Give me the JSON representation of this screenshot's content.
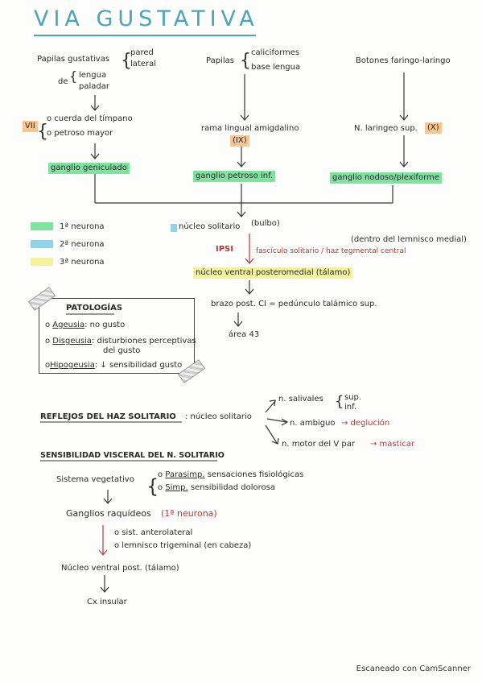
{
  "title": "VIA GUSTATIVA",
  "col1": {
    "papilas": "Papilas gustativas",
    "pared": "pared",
    "lateral": "lateral",
    "de": "de",
    "lengua": "lengua",
    "paladar": "paladar",
    "vii": "VII",
    "cuerda": "o cuerda del tímpano",
    "petroso": "o petroso mayor",
    "ganglio": "ganglio geniculado"
  },
  "col2": {
    "papilas": "Papilas",
    "caliciformes": "caliciformes",
    "base": "base lengua",
    "rama": "rama lingual amigdalino",
    "ix": "(IX)",
    "ganglio": "ganglio petroso inf."
  },
  "col3": {
    "botones": "Botones faringo-laringo",
    "nervio": "N. laringeo sup.",
    "x": "(X)",
    "ganglio": "ganglio nodoso/plexiforme"
  },
  "legend": {
    "n1": "1ª neurona",
    "n2": "2ª neurona",
    "n3": "3ª neurona"
  },
  "path": {
    "nucleo_solitario": "núcleo solitario",
    "bulbo": "(bulbo)",
    "lemnisco": "(dentro del lemnisco medial)",
    "ipsi": "IPSI",
    "fasciculo": "fascículo solitario / haz tegmental central",
    "nucleo_ventral": "núcleo ventral posteromedial (tálamo)",
    "brazo": "brazo post. CI = pedúnculo talámico sup.",
    "area": "área 43"
  },
  "patologias": {
    "header": "PATOLOGÍAS",
    "ageusia_term": "Ageusia",
    "ageusia_def": ": no gusto",
    "disgeusia_term": "Disgeusia",
    "disgeusia_def": ": disturbiones perceptivas",
    "disgeusia_def2": "del gusto",
    "hipogeusia_term": "Hipogeusia",
    "hipogeusia_def": ": ↓ sensibilidad gusto"
  },
  "reflejos": {
    "header": "REFLEJOS DEL HAZ SOLITARIO",
    "nucleo": ": núcleo solitario",
    "salivales": "n. salivales",
    "sup": "sup.",
    "inf": "inf.",
    "ambiguo": "n. ambiguo",
    "deglucion": "→ deglución",
    "motor": "n. motor del V par",
    "masticar": "→ masticar"
  },
  "visceral": {
    "header": "SENSIBILIDAD VISCERAL DEL N. SOLITARIO",
    "sistema": "Sistema vegetativo",
    "parasimp": "Parasimp.",
    "parasimp_def": "sensaciones fisiológicas",
    "simp": "Simp.",
    "simp_def": "sensibilidad dolorosa",
    "ganglios": "Ganglios raquídeos",
    "neurona1": "(1ª neurona)",
    "sist_antero": "o sist. anterolateral",
    "lemnisco_trig": "o lemnisco trigeminal (en cabeza)",
    "nucleo_ventral": "Núcleo ventral post. (tálamo)",
    "cx": "Cx insular"
  },
  "footer": "Escaneado con CamScanner",
  "colors": {
    "title": "#4aa3b8",
    "green": "#7fe3a0",
    "blue": "#8fd3e8",
    "yellow": "#f3f19a",
    "red": "#b53a3a"
  }
}
